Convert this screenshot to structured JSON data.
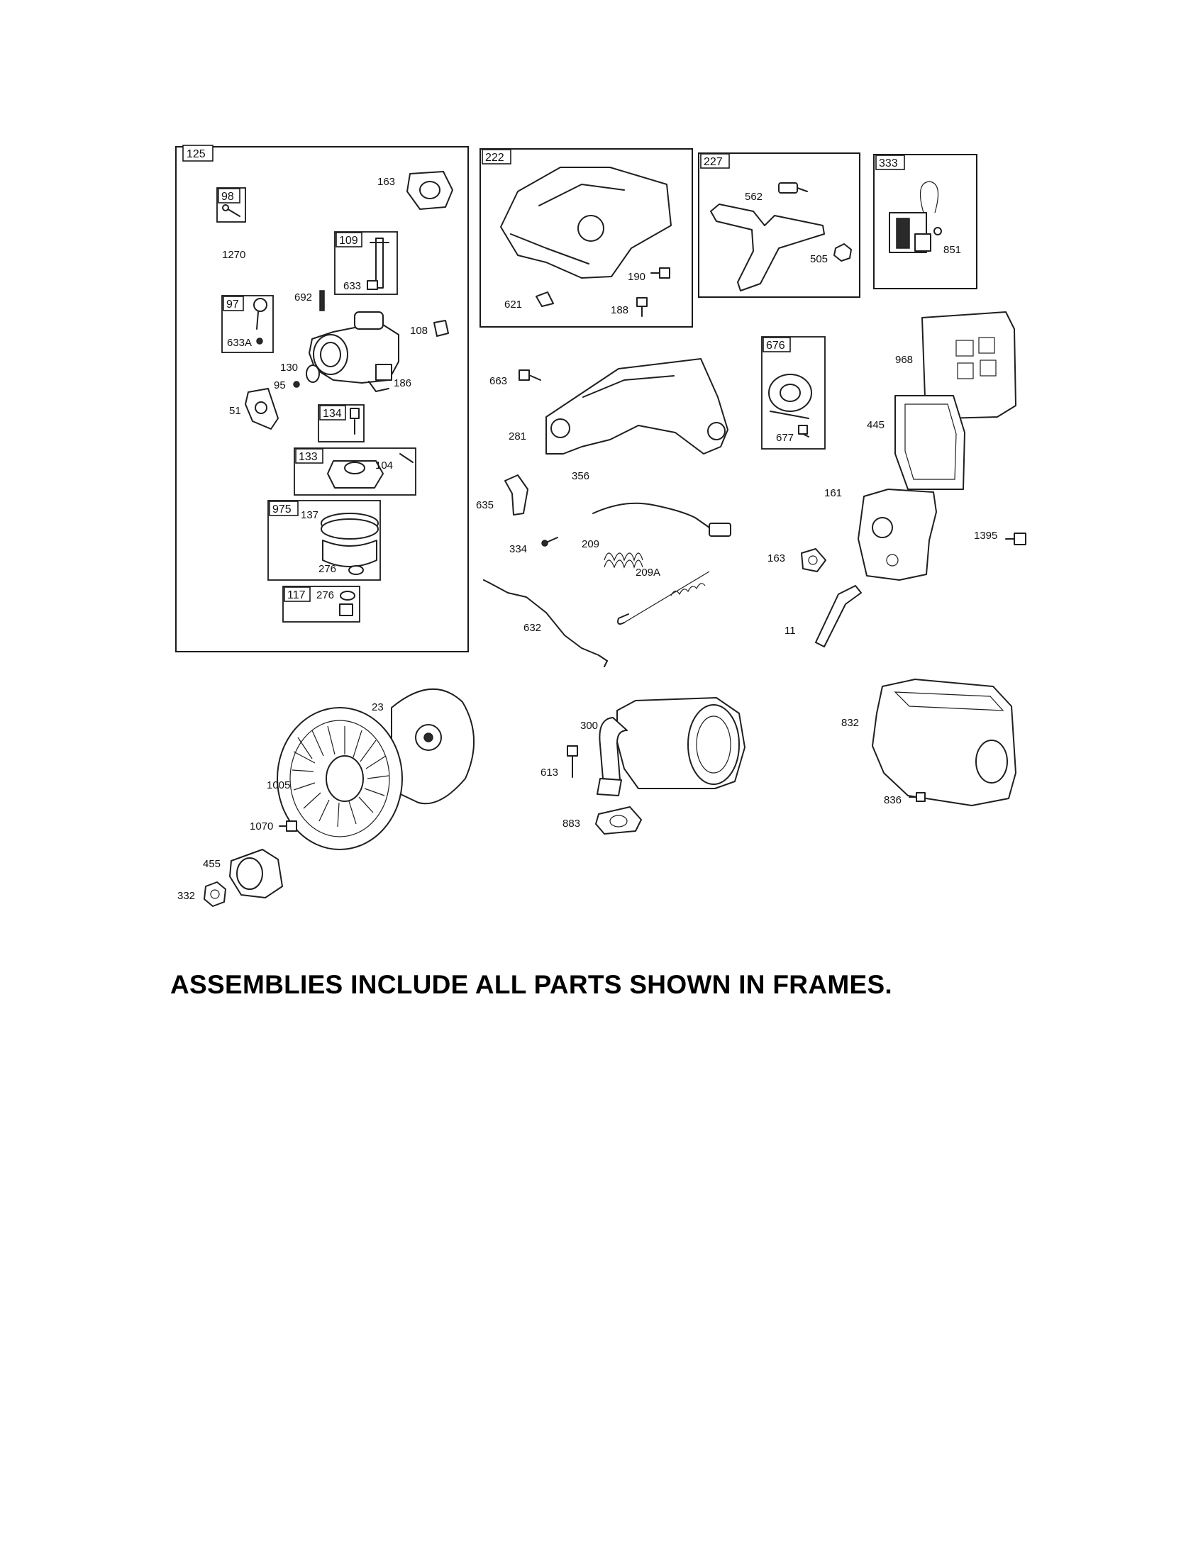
{
  "footer_note": "ASSEMBLIES INCLUDE ALL PARTS SHOWN IN FRAMES.",
  "frames": {
    "f125": "125",
    "f98": "98",
    "f109": "109",
    "f97": "97",
    "f134": "134",
    "f133": "133",
    "f975": "975",
    "f117": "117",
    "f222": "222",
    "f227": "227",
    "f333": "333",
    "f676": "676"
  },
  "labels": {
    "p163a": "163",
    "p1270": "1270",
    "p633": "633",
    "p692": "692",
    "p633a": "633A",
    "p108": "108",
    "p130": "130",
    "p95": "95",
    "p186": "186",
    "p51": "51",
    "p104": "104",
    "p137": "137",
    "p276a": "276",
    "p276b": "276",
    "p562": "562",
    "p505": "505",
    "p851": "851",
    "p190": "190",
    "p621": "621",
    "p188": "188",
    "p663": "663",
    "p281": "281",
    "p356": "356",
    "p677": "677",
    "p968": "968",
    "p445": "445",
    "p161": "161",
    "p635": "635",
    "p334": "334",
    "p209": "209",
    "p209a": "209A",
    "p163b": "163",
    "p1395": "1395",
    "p632": "632",
    "p11": "11",
    "p23": "23",
    "p1005": "1005",
    "p1070": "1070",
    "p455": "455",
    "p332": "332",
    "p300": "300",
    "p613": "613",
    "p883": "883",
    "p832": "832",
    "p836": "836"
  }
}
